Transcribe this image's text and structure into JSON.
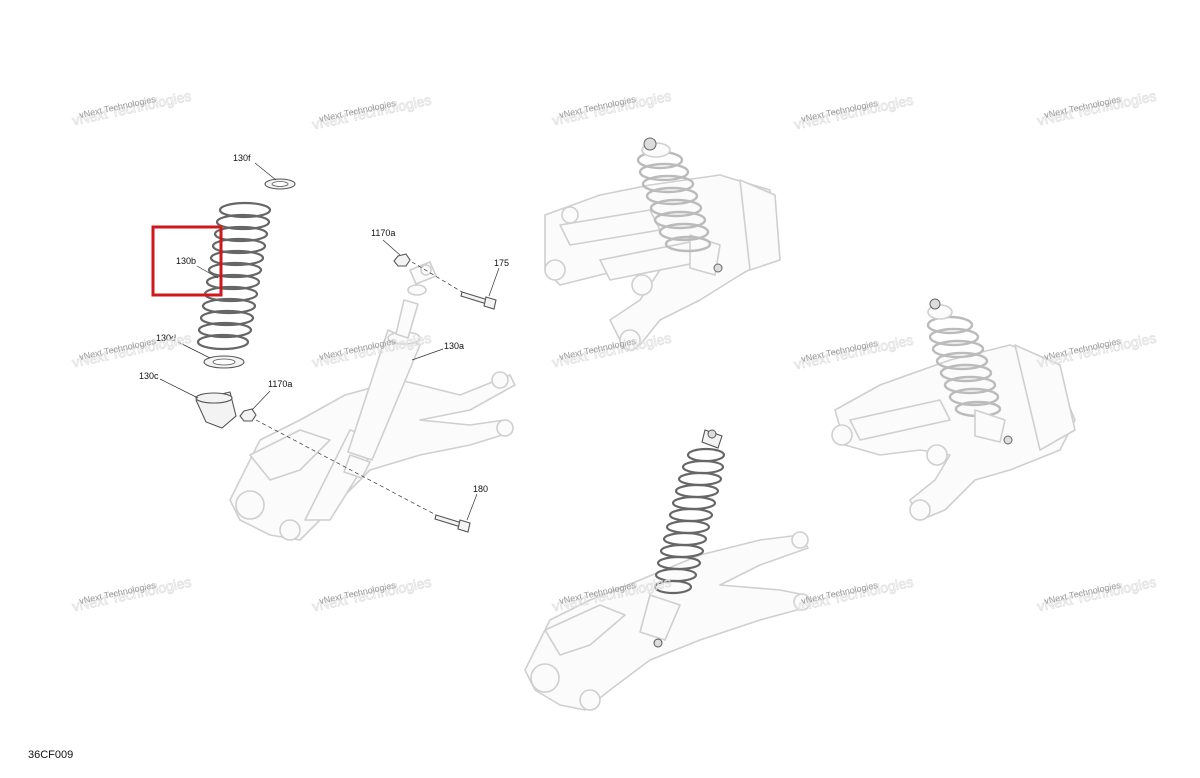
{
  "diagram_code": "36CF009",
  "watermark_text": "vNext Technologies",
  "callouts": {
    "c130f": "130f",
    "c130b": "130b",
    "c130d": "130d",
    "c130c": "130c",
    "c1170a_top": "1170a",
    "c175": "175",
    "c130a": "130a",
    "c1170a_bottom": "1170a",
    "c180": "180"
  },
  "highlight_color": "#d0171c"
}
